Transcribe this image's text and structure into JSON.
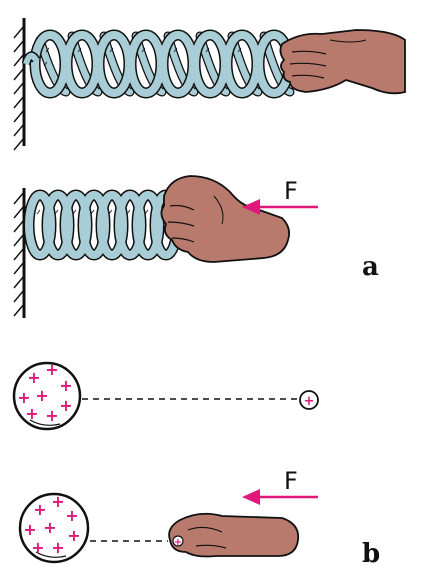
{
  "figure": {
    "force_label_1": "F",
    "force_label_2": "F",
    "panel_a": "a",
    "panel_b": "b",
    "charge_symbol": "+",
    "colors": {
      "spring": "#a9cdd6",
      "hand": "#b97a6e",
      "arrow": "#e0187a",
      "ink": "#111111",
      "charge": "#e0187a"
    },
    "icons": [
      "wall-hatch-icon",
      "spring-coil-icon",
      "hand-icon",
      "force-arrow-icon",
      "charged-sphere-icon",
      "test-charge-icon"
    ]
  }
}
